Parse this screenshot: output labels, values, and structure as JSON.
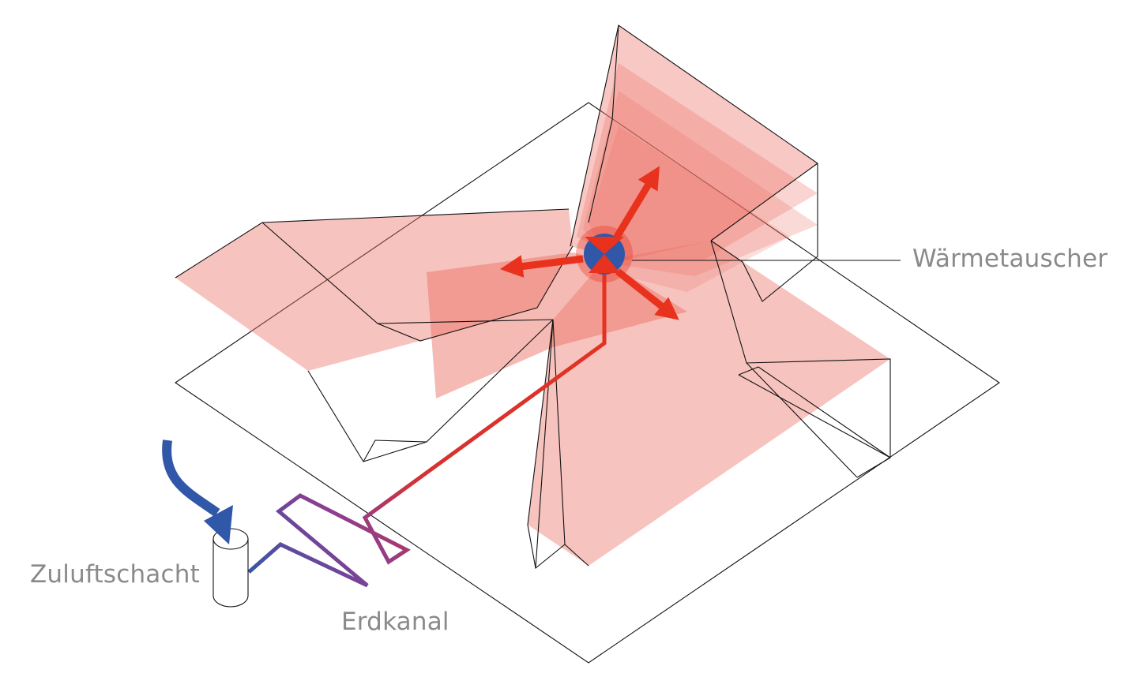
{
  "labels": {
    "heat_exchanger": "Wärmetauscher",
    "air_intake_shaft": "Zuluftschacht",
    "earth_duct": "Erdkanal"
  },
  "colors": {
    "warm": "#e8321e",
    "warm_translucent": "#ec6f63",
    "cold": "#3157a8",
    "earth_duct_mid": "#8d3e91",
    "label": "#8a8a8a",
    "outline": "#111111"
  }
}
